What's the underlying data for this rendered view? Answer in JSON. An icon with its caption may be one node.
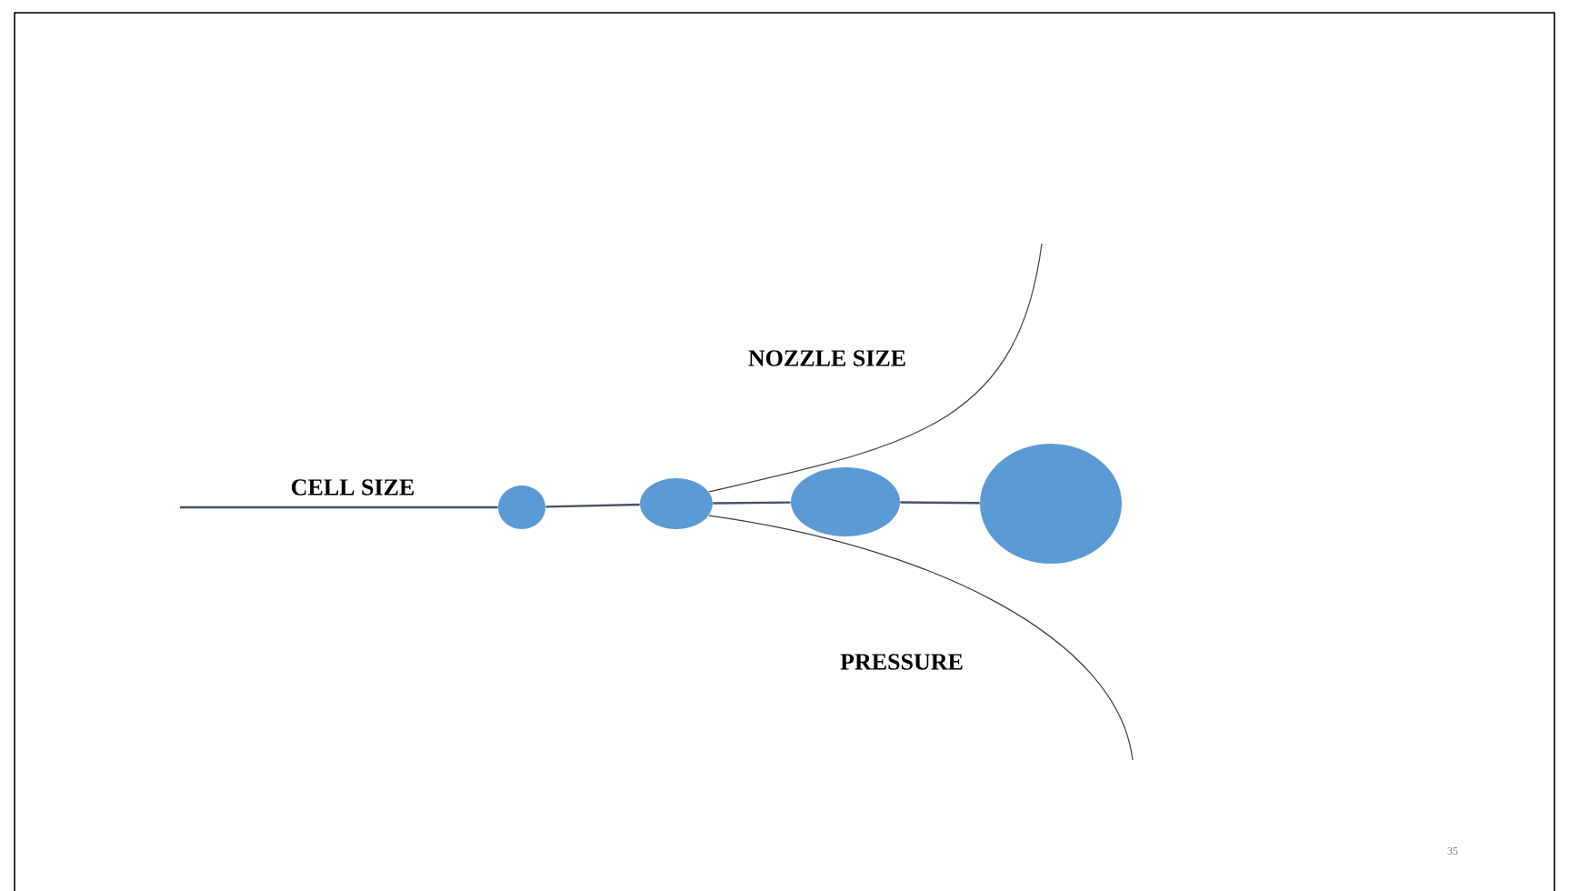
{
  "diagram": {
    "nodes": [
      {
        "text": [],
        "shape": "circle"
      },
      {
        "text": [],
        "shape": "circle"
      },
      {
        "text": [],
        "shape": "circle"
      },
      {
        "text": [],
        "shape": "circle"
      }
    ],
    "edges": [
      {
        "from": null,
        "to": 0,
        "arrow": "none"
      },
      {
        "from": 0,
        "to": 1,
        "arrow": "none"
      },
      {
        "from": 1,
        "to": 2,
        "arrow": "none"
      },
      {
        "from": 2,
        "to": 3,
        "arrow": "none"
      },
      {
        "from": 1,
        "to": null,
        "arrow": "none",
        "color": "#404040"
      },
      {
        "from": 1,
        "to": null,
        "arrow": "none",
        "color": "#404040"
      }
    ],
    "labels": [
      "NOZZLE SIZE",
      "CELL SIZE",
      "PRESSURE",
      "35"
    ]
  }
}
